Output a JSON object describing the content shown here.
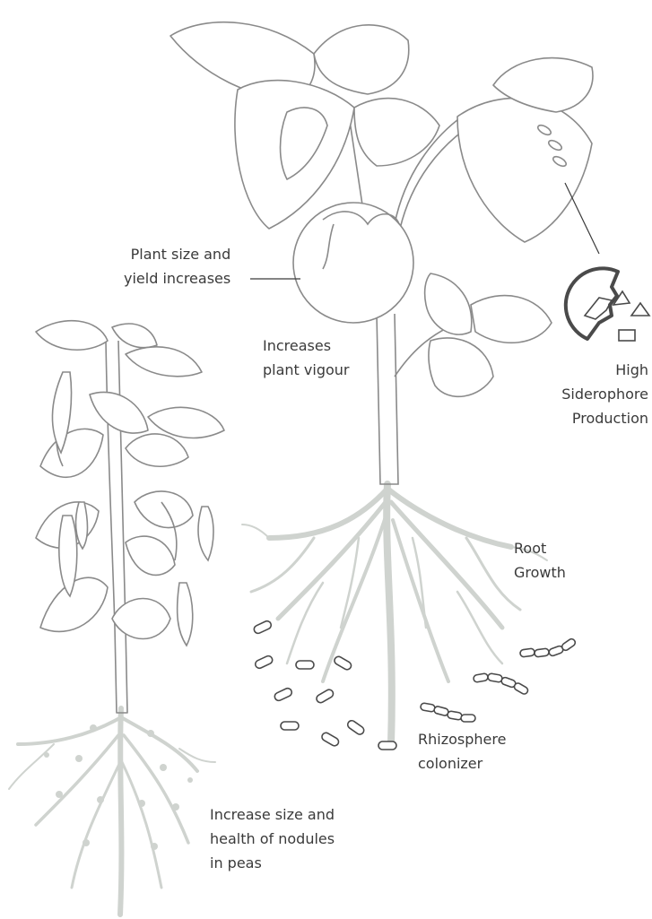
{
  "labels": {
    "plant_size": [
      "Plant size and",
      "yield increases"
    ],
    "vigour": [
      "Increases",
      "plant vigour"
    ],
    "siderophore": [
      "High",
      "Siderophore",
      "Production"
    ],
    "root_growth": [
      "Root",
      "Growth"
    ],
    "rhizosphere": [
      "Rhizosphere",
      "colonizer"
    ],
    "nodules": [
      "Increase size and",
      "health of nodules",
      "in peas"
    ]
  },
  "colors": {
    "outline": "#8a8a8a",
    "roots": "#cfd3cf",
    "icon": "#4a4a4a",
    "text": "#3a3a3a"
  }
}
